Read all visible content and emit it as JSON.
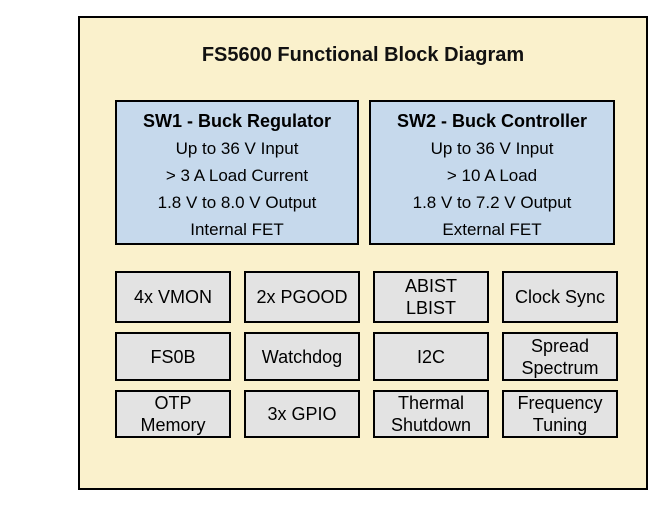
{
  "diagram": {
    "title": "FS5600 Functional Block Diagram",
    "colors": {
      "page_background": "#FFFFFF",
      "diagram_background": "#FAF1CC",
      "sw_block_fill": "#C6D9EC",
      "feature_block_fill": "#E3E3E3",
      "border": "#000000",
      "text": "#000000"
    },
    "sw_blocks": [
      {
        "title": "SW1 - Buck Regulator",
        "lines": [
          "Up to 36 V Input",
          "> 3 A Load Current",
          "1.8 V to 8.0 V Output",
          "Internal FET"
        ]
      },
      {
        "title": "SW2 - Buck Controller",
        "lines": [
          "Up to 36 V Input",
          "> 10 A Load",
          "1.8 V to 7.2 V Output",
          "External FET"
        ]
      }
    ],
    "feature_blocks": [
      "4x VMON",
      "2x PGOOD",
      "ABIST\nLBIST",
      "Clock Sync",
      "FS0B",
      "Watchdog",
      "I2C",
      "Spread\nSpectrum",
      "OTP\nMemory",
      "3x GPIO",
      "Thermal\nShutdown",
      "Frequency\nTuning"
    ]
  }
}
